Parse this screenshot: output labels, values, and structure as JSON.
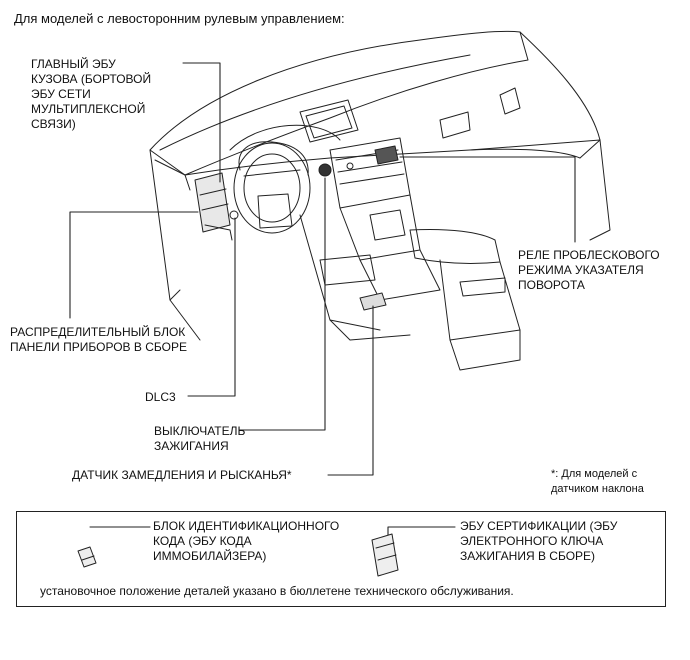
{
  "header": "Для моделей с левосторонним рулевым управлением:",
  "callouts": {
    "body_ecu": "ГЛАВНЫЙ ЭБУ\nКУЗОВА (БОРТОВОЙ\nЭБУ СЕТИ\nМУЛЬТИПЛЕКСНОЙ\nСВЯЗИ)",
    "junction_block": "РАСПРЕДЕЛИТЕЛЬНЫЙ БЛОК\nПАНЕЛИ ПРИБОРОВ В СБОРЕ",
    "dlc3": "DLC3",
    "ignition_switch": "ВЫКЛЮЧАТЕЛЬ\nЗАЖИГАНИЯ",
    "yaw_sensor": "ДАТЧИК ЗАМЕДЛЕНИЯ И РЫСКАНЬЯ*",
    "flasher_relay": "РЕЛЕ ПРОБЛЕСКОВОГО\nРЕЖИМА УКАЗАТЕЛЯ\nПОВОРОТА"
  },
  "footnote": "*: Для моделей с\nдатчиком наклона",
  "legend": {
    "transponder_ecu": "БЛОК ИДЕНТИФИКАЦИОННОГО\nКОДА (ЭБУ КОДА\nИММОБИЛАЙЗЕРА)",
    "certification_ecu": "ЭБУ СЕРТИФИКАЦИИ (ЭБУ\nЭЛЕКТРОННОГО КЛЮЧА\nЗАЖИГАНИЯ В СБОРЕ)",
    "note": "установочное положение деталей указано в бюллетене технического обслуживания."
  }
}
